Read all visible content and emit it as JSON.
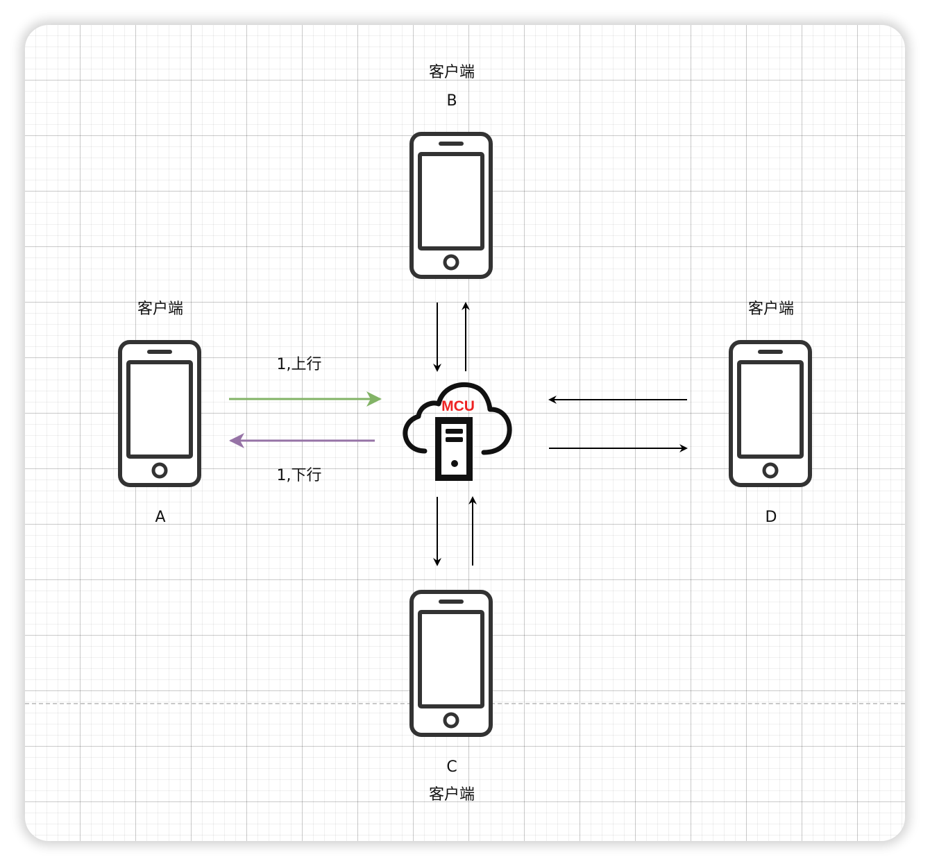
{
  "clients": {
    "a": {
      "role": "客户端",
      "id": "A"
    },
    "b": {
      "role": "客户端",
      "id": "B"
    },
    "c": {
      "role": "客户端",
      "id": "C"
    },
    "d": {
      "role": "客户端",
      "id": "D"
    }
  },
  "server": {
    "label": "MCU",
    "label_color": "#ee2222"
  },
  "flows": {
    "uplink": {
      "label": "1,上行",
      "color": "#82b366"
    },
    "downlink": {
      "label": "1,下行",
      "color": "#9673a6"
    },
    "other_arrows_color": "#000000"
  }
}
